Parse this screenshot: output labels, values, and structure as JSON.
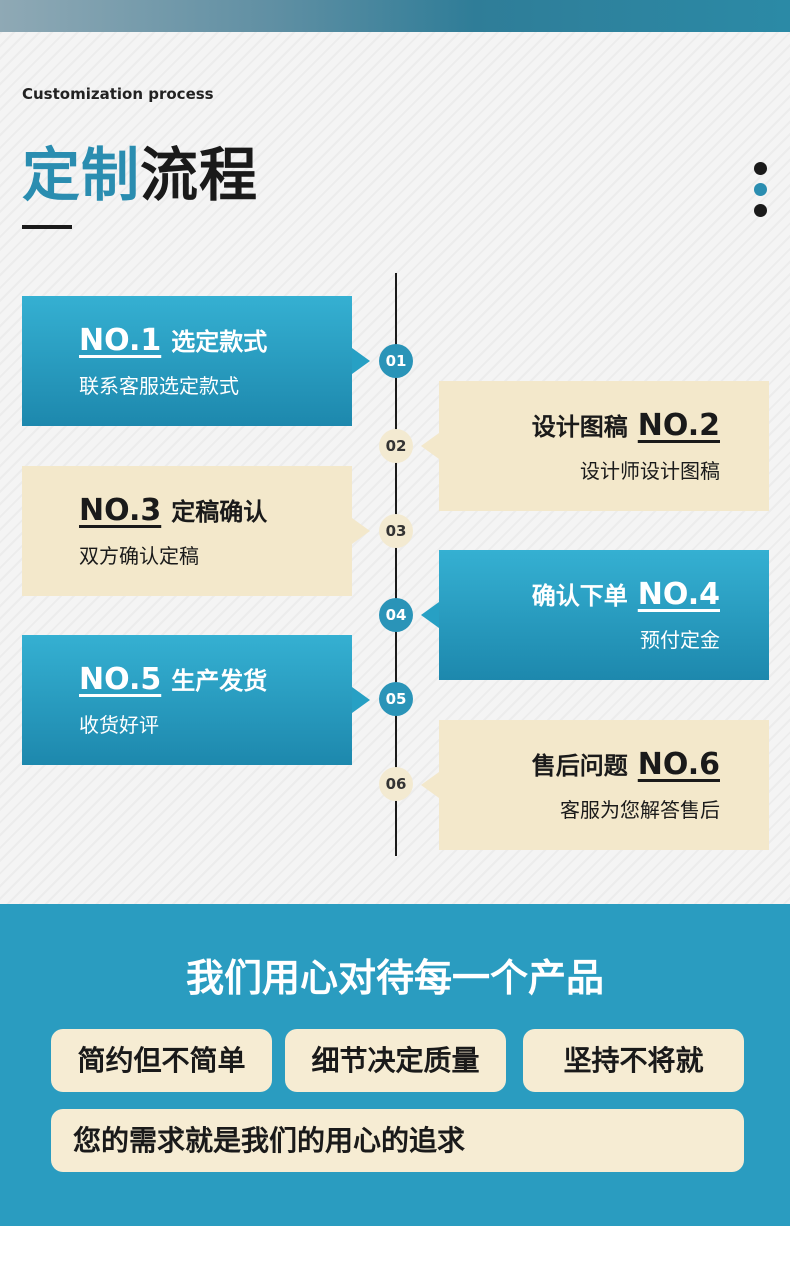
{
  "header": {
    "eyebrow": "Customization process",
    "title_part1": "定制",
    "title_part2": "流程"
  },
  "steps": [
    {
      "node": "01",
      "no": "NO.1",
      "name": "选定款式",
      "desc": "联系客服选定款式",
      "side": "left",
      "style": "blue"
    },
    {
      "node": "02",
      "no": "NO.2",
      "name": "设计图稿",
      "desc": "设计师设计图稿",
      "side": "right",
      "style": "cream"
    },
    {
      "node": "03",
      "no": "NO.3",
      "name": "定稿确认",
      "desc": "双方确认定稿",
      "side": "left",
      "style": "cream"
    },
    {
      "node": "04",
      "no": "NO.4",
      "name": "确认下单",
      "desc": "预付定金",
      "side": "right",
      "style": "blue"
    },
    {
      "node": "05",
      "no": "NO.5",
      "name": "生产发货",
      "desc": "收货好评",
      "side": "left",
      "style": "blue"
    },
    {
      "node": "06",
      "no": "NO.6",
      "name": "售后问题",
      "desc": "客服为您解答售后",
      "side": "right",
      "style": "cream"
    }
  ],
  "footer": {
    "slogan": "我们用心对待每一个产品",
    "tags": [
      "简约但不简单",
      "细节决定质量",
      "坚持不将就"
    ],
    "statement": "您的需求就是我们的用心的追求"
  },
  "colors": {
    "accent_blue": "#2a8db0",
    "footer_blue": "#2a9cc0",
    "cream": "#f3e8cb",
    "dark": "#1a1a1a"
  },
  "icons": [
    "menu-dots-icon"
  ]
}
